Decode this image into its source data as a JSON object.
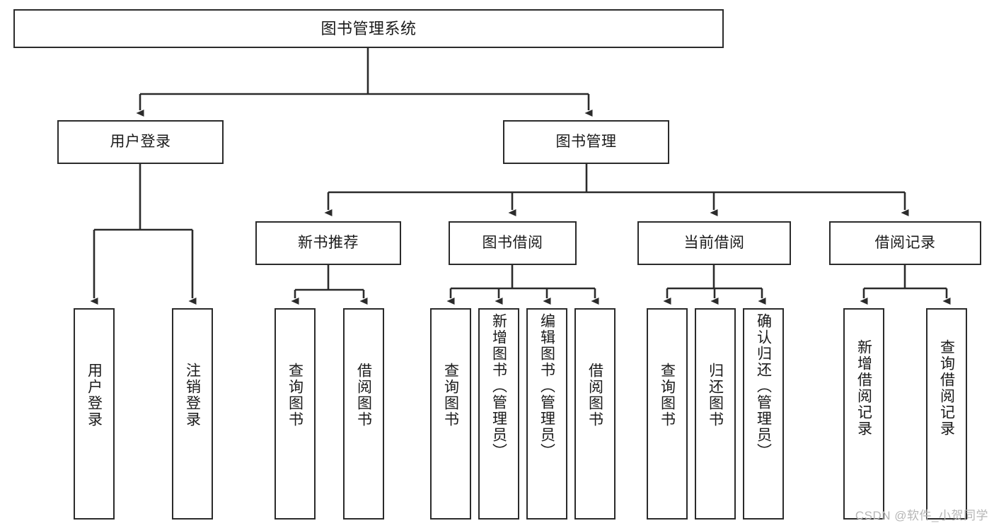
{
  "diagram": {
    "title": "图书管理系统",
    "colors": {
      "box_border": "#2b2b2b",
      "box_fill": "#ffffff",
      "connector": "#2b2b2b",
      "background": "#ffffff",
      "watermark": "#b6b6b6"
    },
    "root": {
      "label": "图书管理系统"
    },
    "level1": [
      {
        "label": "用户登录"
      },
      {
        "label": "图书管理"
      }
    ],
    "level2": [
      {
        "label": "新书推荐"
      },
      {
        "label": "图书借阅"
      },
      {
        "label": "当前借阅"
      },
      {
        "label": "借阅记录"
      }
    ],
    "leaves": {
      "user_login": [
        {
          "label": "用户登录"
        },
        {
          "label": "注销登录"
        }
      ],
      "new_book_recommend": [
        {
          "label": "查询图书"
        },
        {
          "label": "借阅图书"
        }
      ],
      "book_borrow": [
        {
          "label": "查询图书"
        },
        {
          "label": "新增图书（管理员）"
        },
        {
          "label": "编辑图书（管理员）"
        },
        {
          "label": "借阅图书"
        }
      ],
      "current_borrow": [
        {
          "label": "查询图书"
        },
        {
          "label": "归还图书"
        },
        {
          "label": "确认归还（管理员）"
        }
      ],
      "borrow_record": [
        {
          "label": "新增借阅记录"
        },
        {
          "label": "查询借阅记录"
        }
      ]
    }
  },
  "watermark": {
    "text": "CSDN @软件_小贺同学"
  }
}
